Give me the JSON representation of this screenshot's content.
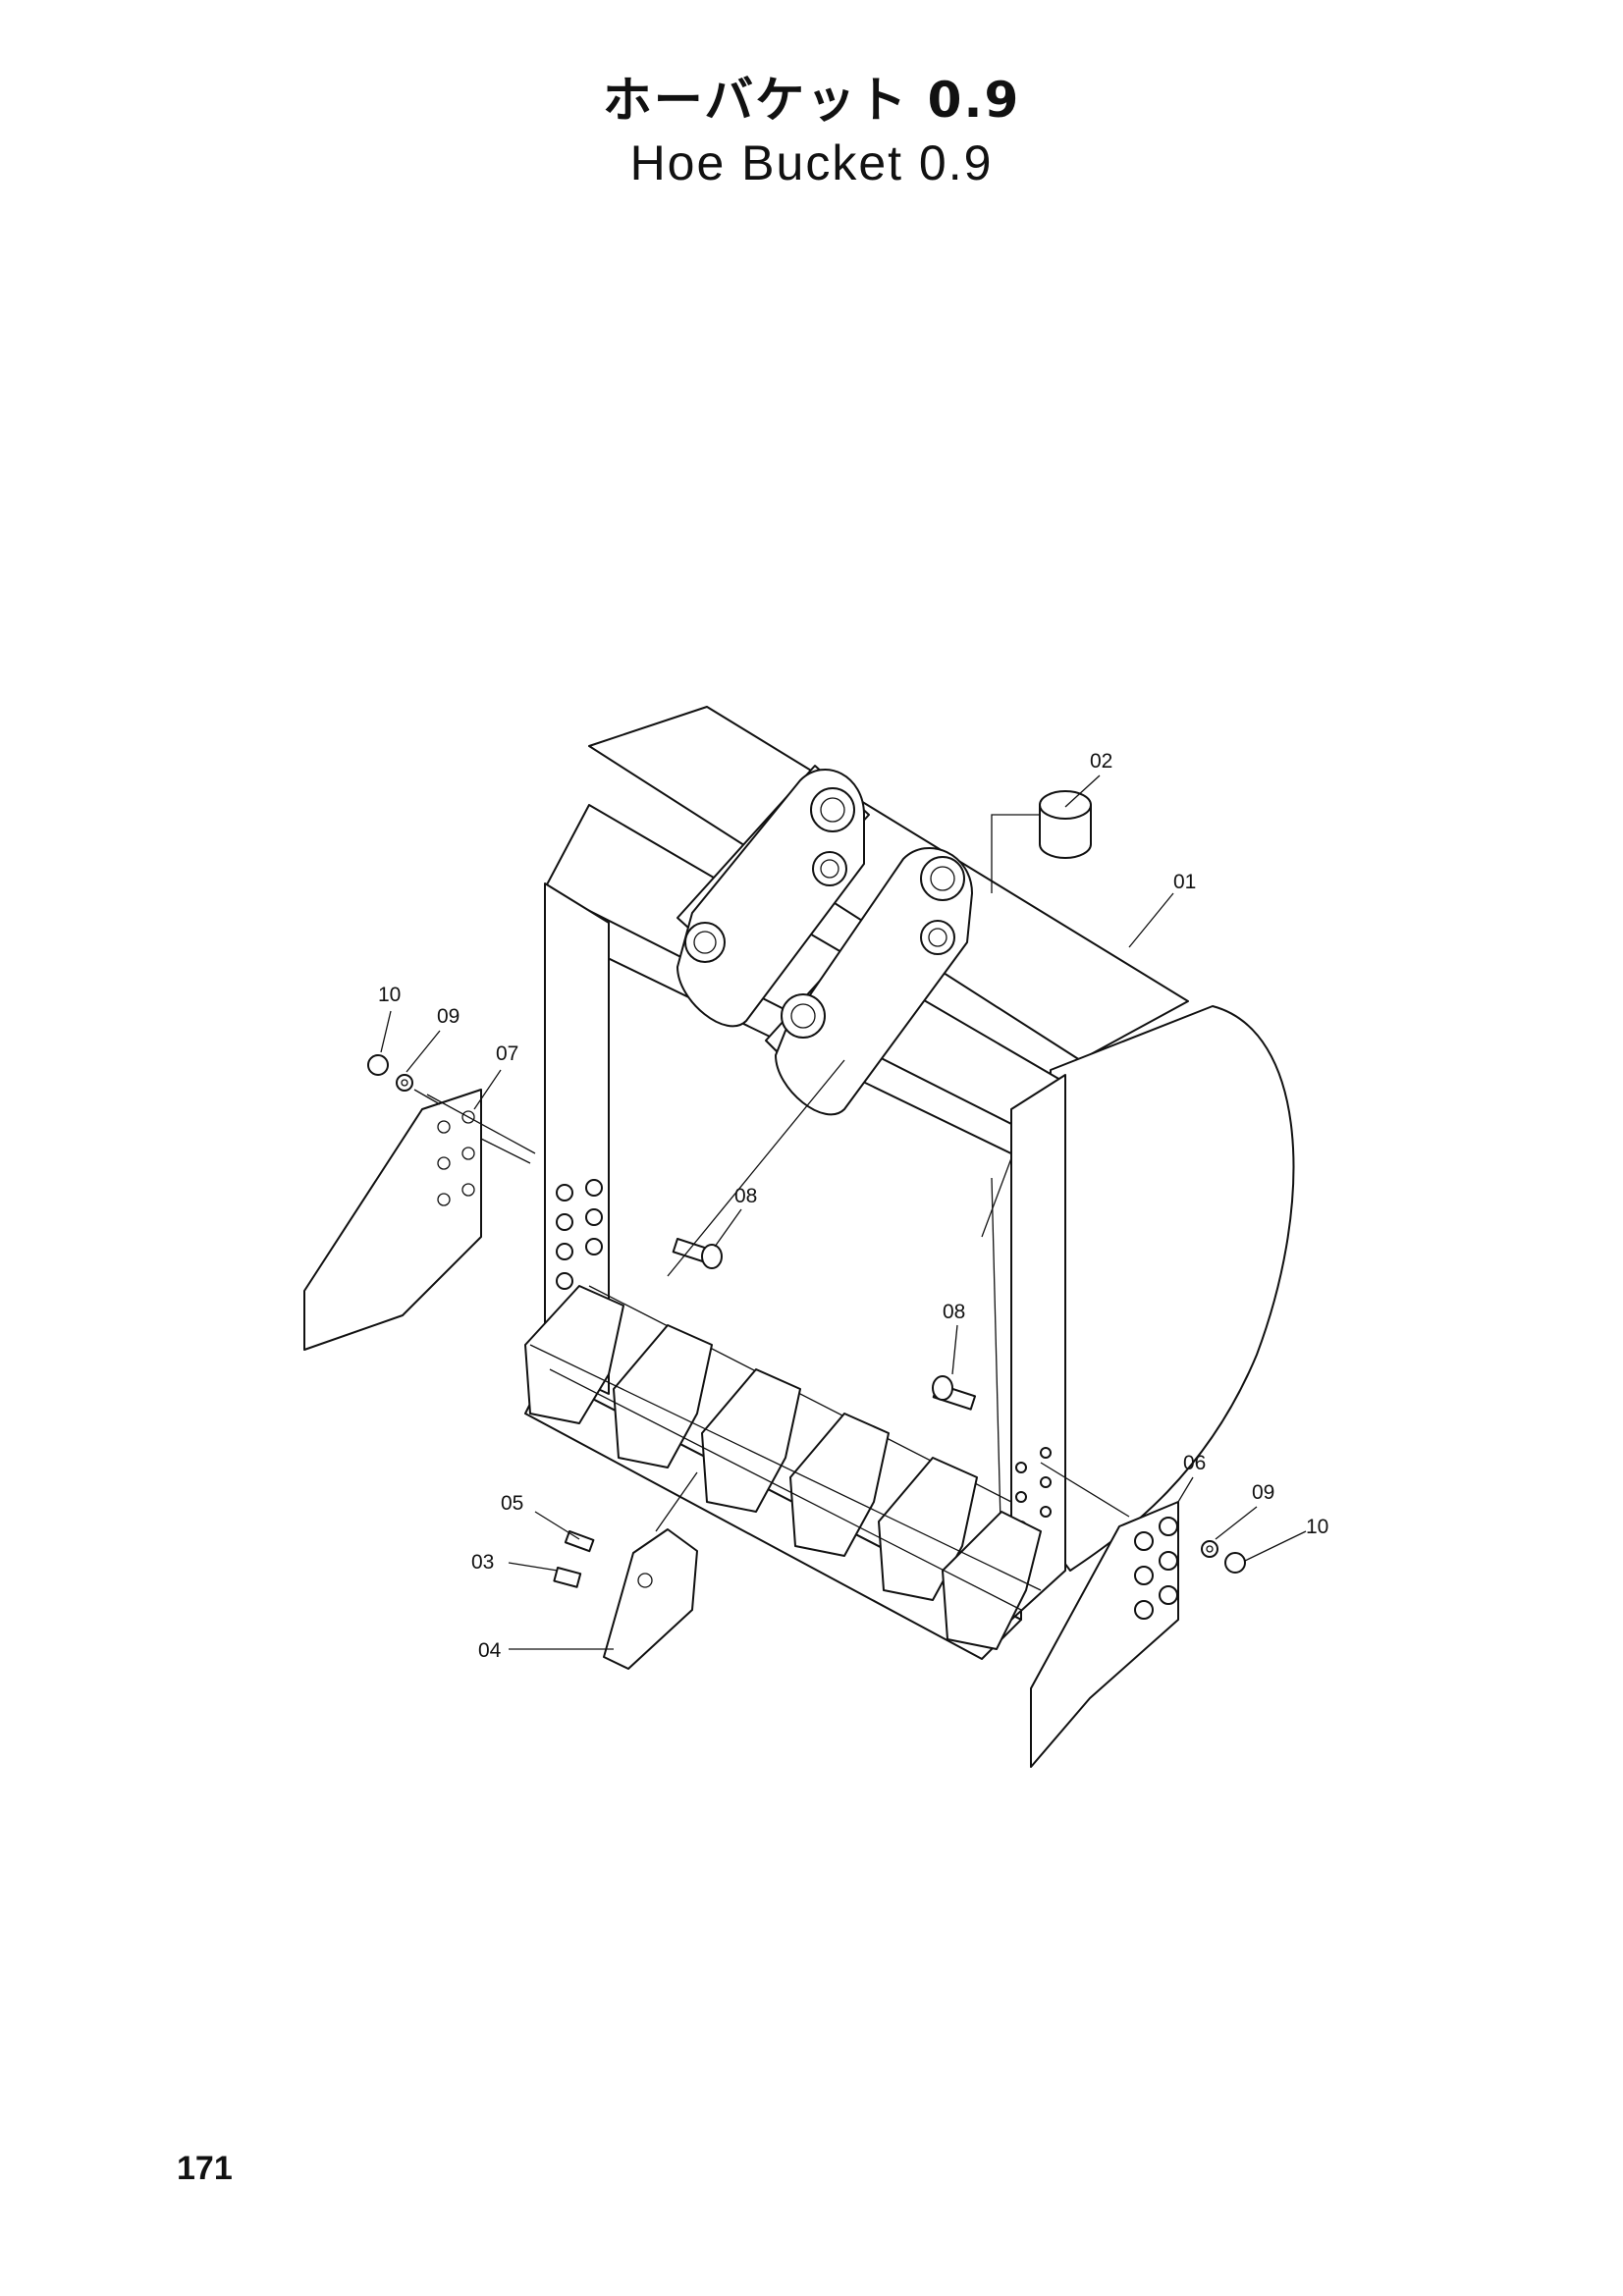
{
  "title": {
    "jp": "ホーバケット 0.9",
    "en": "Hoe Bucket 0.9"
  },
  "page_number": "171",
  "callouts": {
    "c01": "01",
    "c02": "02",
    "c03": "03",
    "c04": "04",
    "c05": "05",
    "c06": "06",
    "c07": "07",
    "c08a": "08",
    "c08b": "08",
    "c09a": "09",
    "c09b": "09",
    "c10a": "10",
    "c10b": "10"
  }
}
